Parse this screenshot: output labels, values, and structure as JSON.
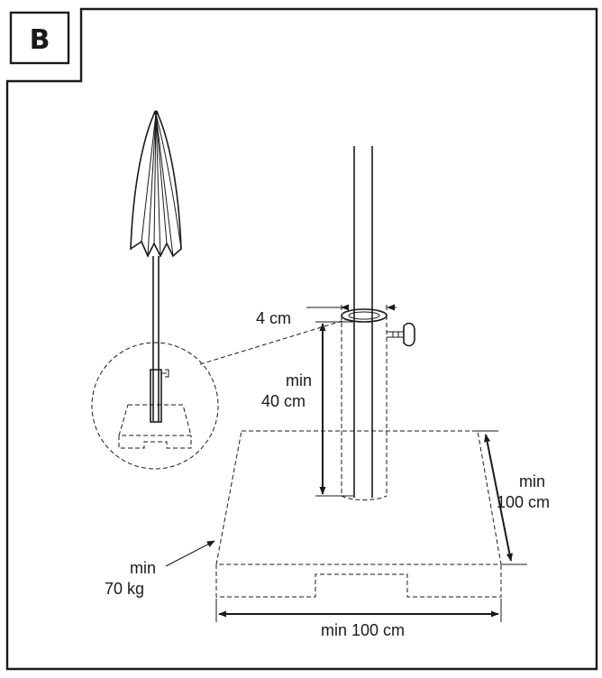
{
  "badge": {
    "letter": "B"
  },
  "labels": {
    "tube_diameter": "4 cm",
    "depth_line1": "min",
    "depth_line2": "40 cm",
    "side_line1": "min",
    "side_line2": "100 cm",
    "weight_line1": "min",
    "weight_line2": "70 kg",
    "front_width": "min 100 cm"
  },
  "icons": [
    "parasol-icon",
    "umbrella-base-icon",
    "pole-icon",
    "tube-icon",
    "screw-knob-icon"
  ]
}
